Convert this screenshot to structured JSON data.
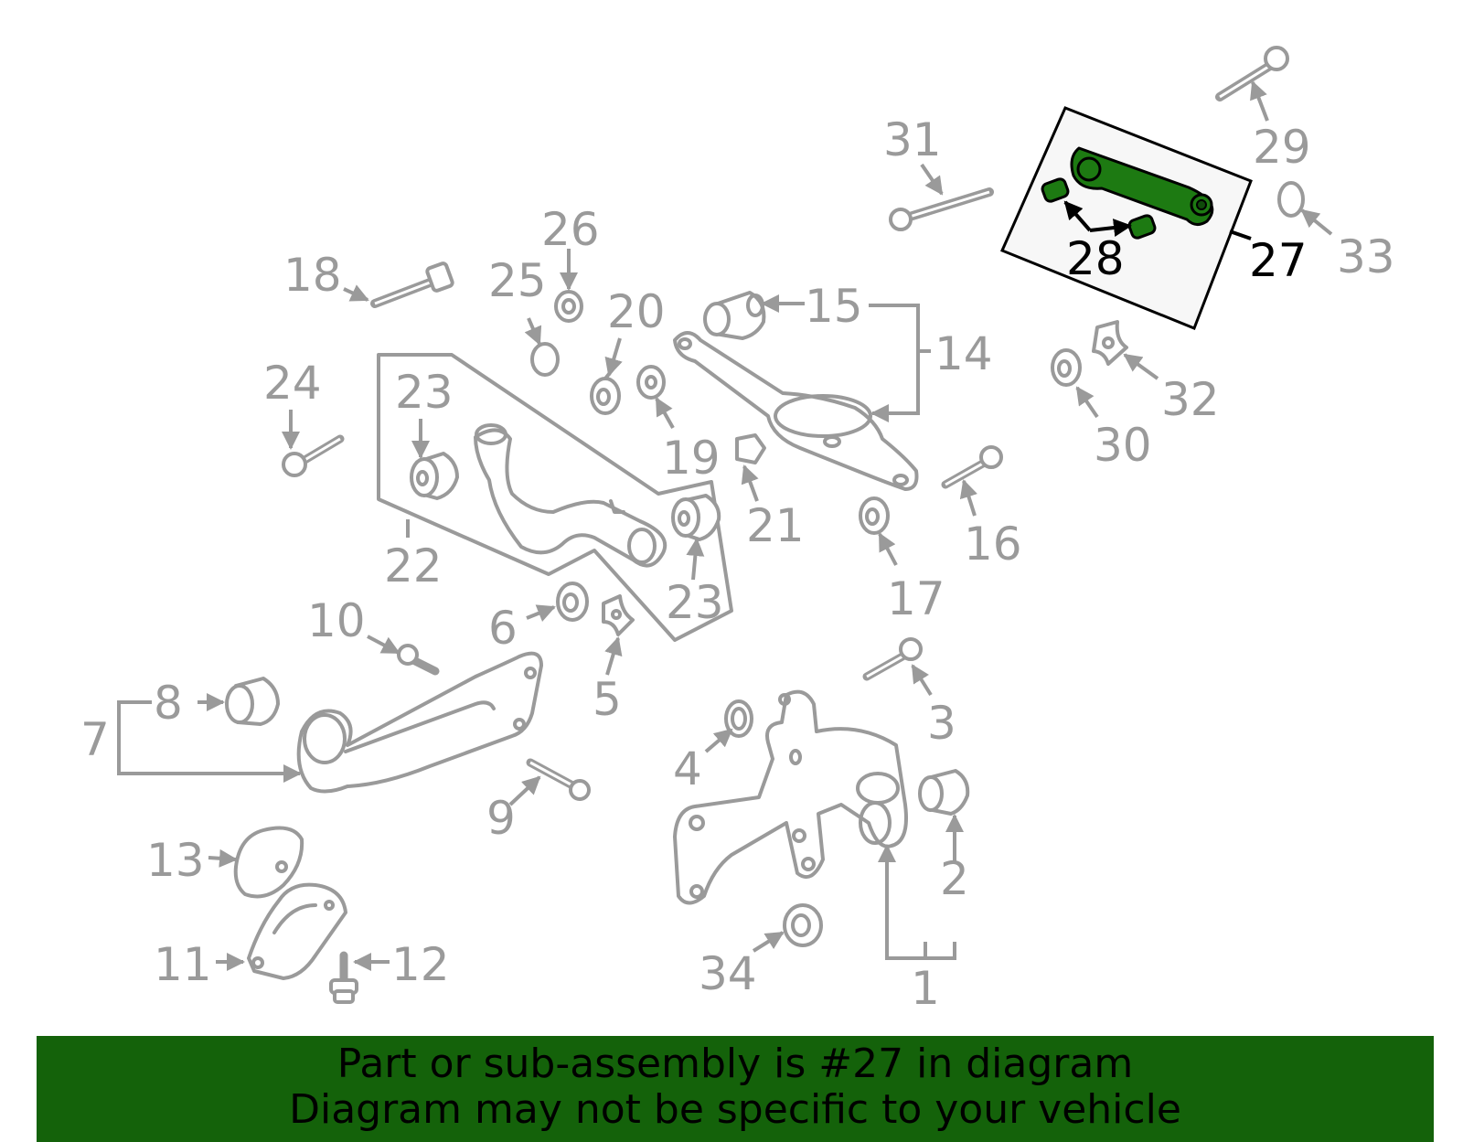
{
  "diagram": {
    "highlight_color": "#1d7a12",
    "part_color": "#9a9a9a",
    "callouts": [
      {
        "id": "1",
        "label": "1"
      },
      {
        "id": "2",
        "label": "2"
      },
      {
        "id": "3",
        "label": "3"
      },
      {
        "id": "4",
        "label": "4"
      },
      {
        "id": "5",
        "label": "5"
      },
      {
        "id": "6",
        "label": "6"
      },
      {
        "id": "7",
        "label": "7"
      },
      {
        "id": "8",
        "label": "8"
      },
      {
        "id": "9",
        "label": "9"
      },
      {
        "id": "10",
        "label": "10"
      },
      {
        "id": "11",
        "label": "11"
      },
      {
        "id": "12",
        "label": "12"
      },
      {
        "id": "13",
        "label": "13"
      },
      {
        "id": "14",
        "label": "14"
      },
      {
        "id": "15",
        "label": "15"
      },
      {
        "id": "16",
        "label": "16"
      },
      {
        "id": "17",
        "label": "17"
      },
      {
        "id": "18",
        "label": "18"
      },
      {
        "id": "19",
        "label": "19"
      },
      {
        "id": "20",
        "label": "20"
      },
      {
        "id": "21",
        "label": "21"
      },
      {
        "id": "22",
        "label": "22"
      },
      {
        "id": "23a",
        "label": "23"
      },
      {
        "id": "23b",
        "label": "23"
      },
      {
        "id": "24",
        "label": "24"
      },
      {
        "id": "25",
        "label": "25"
      },
      {
        "id": "26",
        "label": "26"
      },
      {
        "id": "27",
        "label": "27",
        "highlighted": true
      },
      {
        "id": "28",
        "label": "28",
        "highlighted": true
      },
      {
        "id": "29",
        "label": "29"
      },
      {
        "id": "30",
        "label": "30"
      },
      {
        "id": "31",
        "label": "31"
      },
      {
        "id": "32",
        "label": "32"
      },
      {
        "id": "33",
        "label": "33"
      },
      {
        "id": "34",
        "label": "34"
      }
    ]
  },
  "banner": {
    "line1": "Part or sub-assembly is #27 in diagram",
    "line2": "Diagram may not be specific to your vehicle"
  }
}
